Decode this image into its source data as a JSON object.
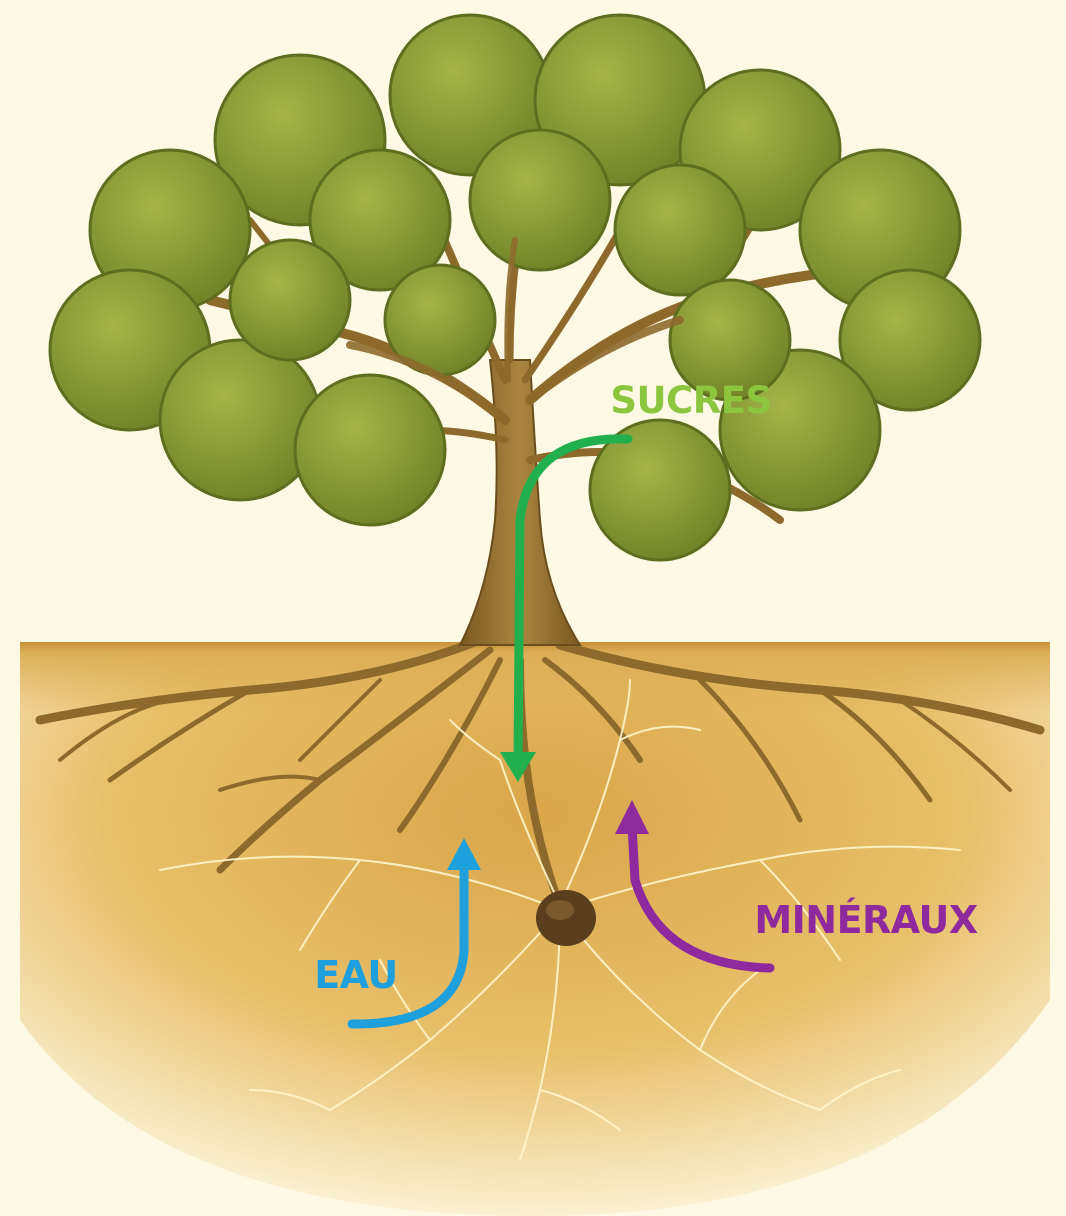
{
  "labels": {
    "sugars": "SUCRES",
    "water": "EAU",
    "minerals": "MINÉRAUX"
  },
  "colors": {
    "sky": "#fdf9e4",
    "soil": "#e3b457",
    "soil_dark": "#d29d3c",
    "foliage": "#8ea03a",
    "foliage_dark": "#5d6e1e",
    "bark": "#8d6a2c",
    "fungal_threads": "#fff6cc",
    "sugars_arrow": "#22b04f",
    "sugars_text": "#8cc63f",
    "water_arrow": "#1ea0dc",
    "minerals_arrow": "#8e2a9e"
  },
  "icons": {
    "sugars_arrow": "arrow-down-icon",
    "water_arrow": "arrow-up-icon",
    "minerals_arrow": "arrow-up-icon"
  }
}
